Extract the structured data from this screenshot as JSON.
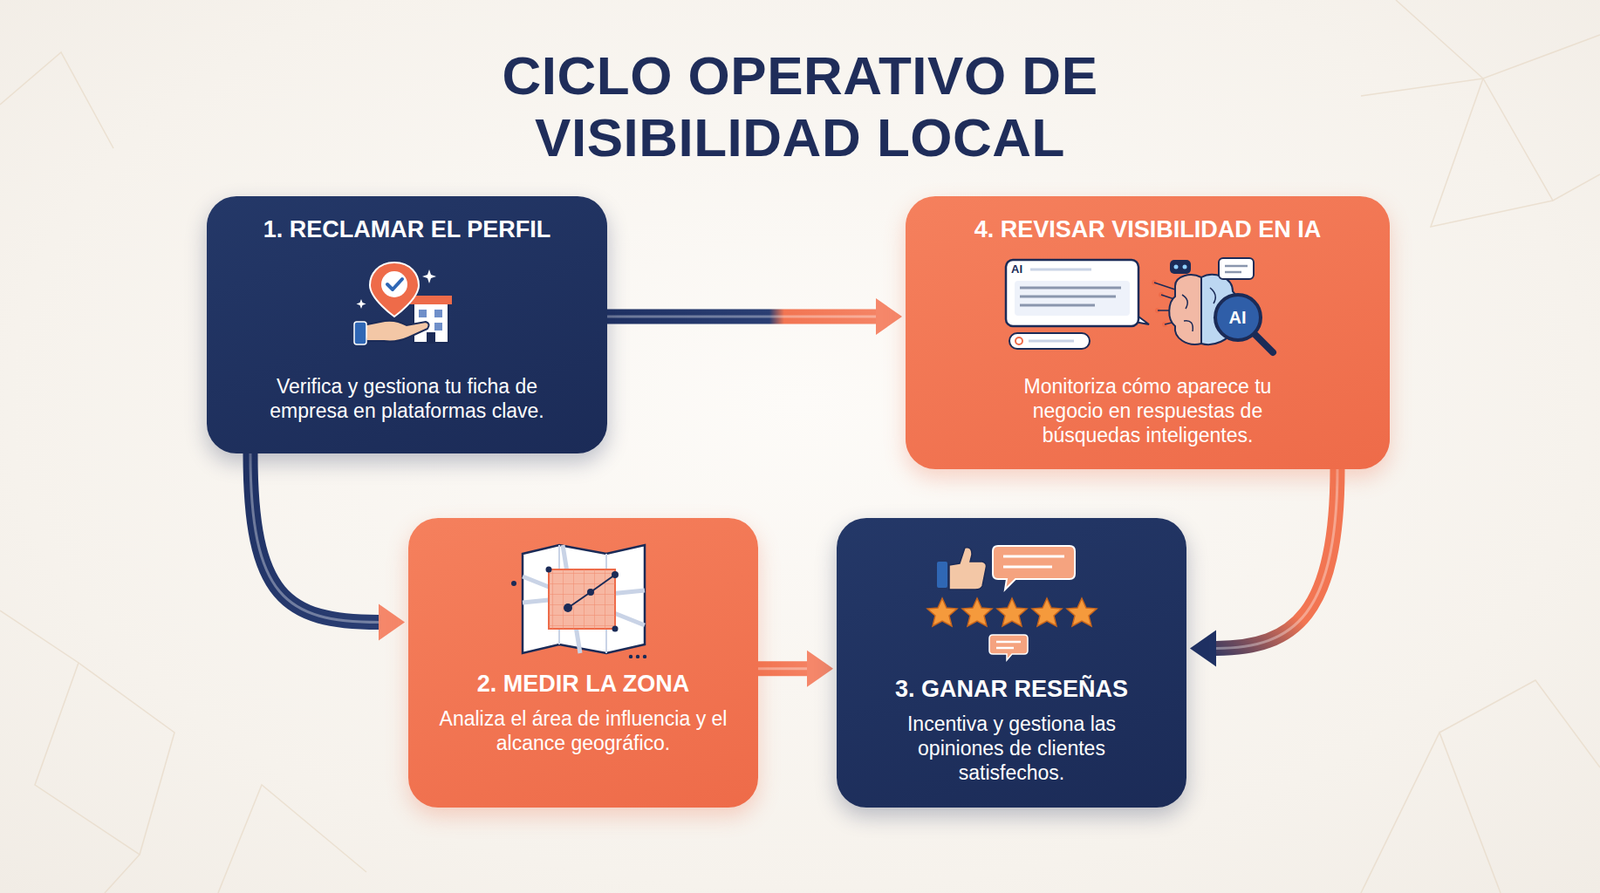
{
  "diagram": {
    "title": "CICLO OPERATIVO DE VISIBILIDAD LOCAL",
    "nodes": [
      {
        "text": [
          "1. RECLAMAR EL PERFIL",
          "Verifica y gestiona tu ficha de empresa en plataformas clave."
        ]
      },
      {
        "text": [
          "4. REVISAR VISIBILIDAD EN IA",
          "Monitoriza cómo aparece tu negocio en respuestas de búsquedas inteligentes."
        ]
      },
      {
        "text": [
          "2. MEDIR LA ZONA",
          "Analiza el área de influencia y el alcance geográfico."
        ]
      },
      {
        "text": [
          "3. GANAR RESEÑAS",
          "Incentiva y gestiona las opiniones de clientes satisfechos."
        ]
      }
    ],
    "edges": [
      {
        "from": 0,
        "to": 1,
        "arrow": "to"
      },
      {
        "from": 1,
        "to": 3,
        "arrow": "to"
      },
      {
        "from": 2,
        "to": 3,
        "arrow": "to"
      },
      {
        "from": 0,
        "to": 2,
        "arrow": "to"
      }
    ],
    "labels": [
      "AI",
      "AI"
    ]
  }
}
